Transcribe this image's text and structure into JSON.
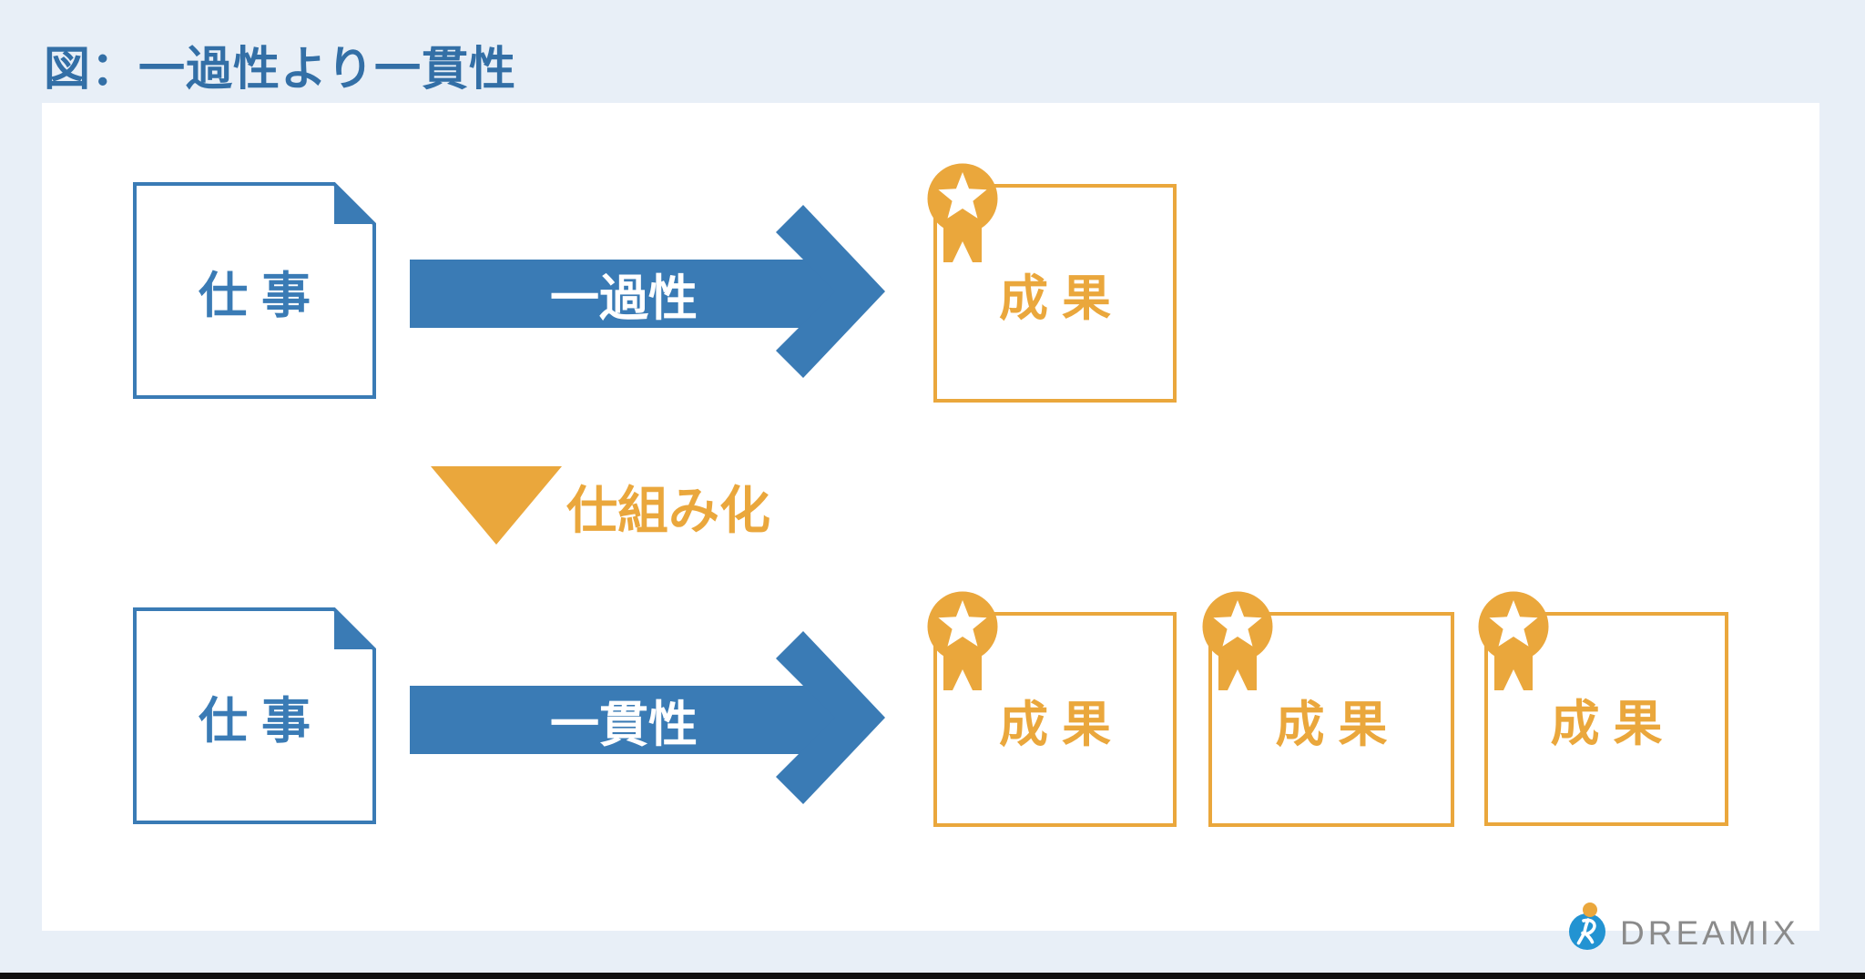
{
  "page": {
    "title": "図：一過性より一貫性"
  },
  "colors": {
    "background": "#E8EFF7",
    "panel": "#FFFFFF",
    "blue": "#3A7BB5",
    "title_blue": "#336FA6",
    "orange": "#EAA73C",
    "logo_circle_blue": "#2293D2",
    "logo_dot_orange": "#EAA73C",
    "logo_text_gray": "#8B8B8B",
    "bottom_bar": "#101010"
  },
  "top_flow": {
    "source": {
      "label": "仕 事",
      "shape": "note-with-folded-corner"
    },
    "arrow": {
      "label": "一過性"
    },
    "result": {
      "label": "成 果",
      "badge_icon": "medal-star-icon"
    }
  },
  "transition": {
    "icon": "triangle-down-icon",
    "label": "仕組み化"
  },
  "bottom_flow": {
    "source": {
      "label": "仕 事",
      "shape": "note-with-folded-corner"
    },
    "arrow": {
      "label": "一貫性"
    },
    "results": [
      {
        "label": "成 果",
        "badge_icon": "medal-star-icon"
      },
      {
        "label": "成 果",
        "badge_icon": "medal-star-icon"
      },
      {
        "label": "成 果",
        "badge_icon": "medal-star-icon"
      }
    ]
  },
  "footer": {
    "logo_icon": "dreamix-mark-icon",
    "logo_text": "DREAMIX"
  }
}
